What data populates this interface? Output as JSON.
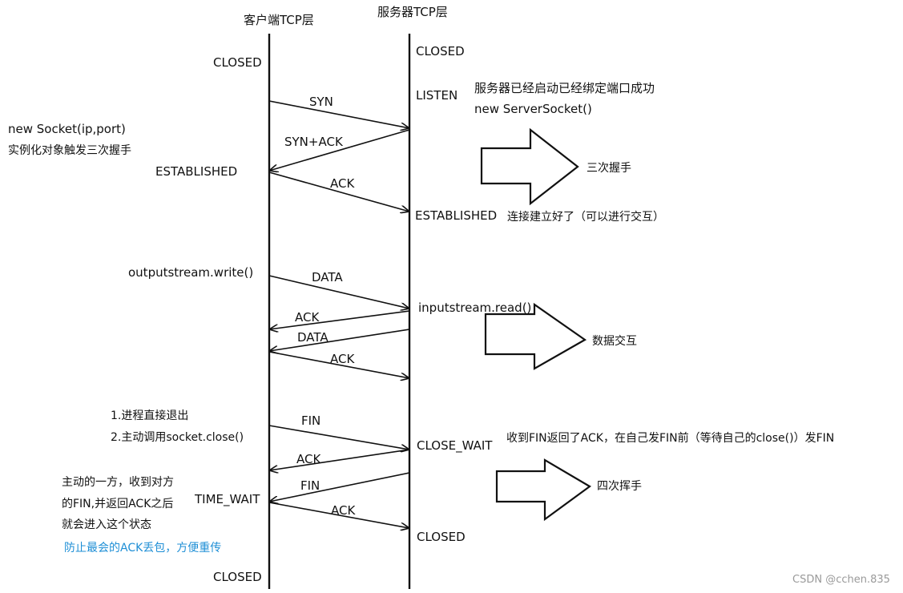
{
  "lanes": {
    "client_title": "客户端TCP层",
    "server_title": "服务器TCP层"
  },
  "client_states": {
    "closed_top": "CLOSED",
    "established": "ESTABLISHED",
    "time_wait": "TIME_WAIT",
    "closed_bottom": "CLOSED"
  },
  "server_states": {
    "closed_top": "CLOSED",
    "listen": "LISTEN",
    "established": "ESTABLISHED",
    "close_wait": "CLOSE_WAIT",
    "closed_bottom": "CLOSED"
  },
  "messages": {
    "syn": "SYN",
    "syn_ack": "SYN+ACK",
    "ack1": "ACK",
    "data1": "DATA",
    "ack2": "ACK",
    "data2": "DATA",
    "ack3": "ACK",
    "fin1": "FIN",
    "ack4": "ACK",
    "fin2": "FIN",
    "ack5": "ACK"
  },
  "notes": {
    "server_started": "服务器已经启动已经绑定端口成功",
    "server_socket": "new ServerSocket()",
    "new_socket": "new Socket(ip,port)",
    "new_socket_desc": "实例化对象触发三次握手",
    "connected": "连接建立好了（可以进行交互）",
    "output_write": "outputstream.write()",
    "input_read": "inputstream.read()",
    "exit_1": "1.进程直接退出",
    "exit_2": "2.主动调用socket.close()",
    "close_wait_desc": "收到FIN返回了ACK，在自己发FIN前（等待自己的close()）发FIN",
    "active_1": "主动的一方，收到对方",
    "active_2": "的FIN,并返回ACK之后",
    "active_3": "就会进入这个状态",
    "prevent_loss": "防止最会的ACK丢包，方便重传"
  },
  "phases": {
    "handshake": "三次握手",
    "data_exchange": "数据交互",
    "wave": "四次挥手"
  },
  "watermark": "CSDN @cchen.835",
  "colors": {
    "ink": "#111111",
    "note_blue": "#1f8fd6",
    "watermark": "#9a9a9a"
  }
}
